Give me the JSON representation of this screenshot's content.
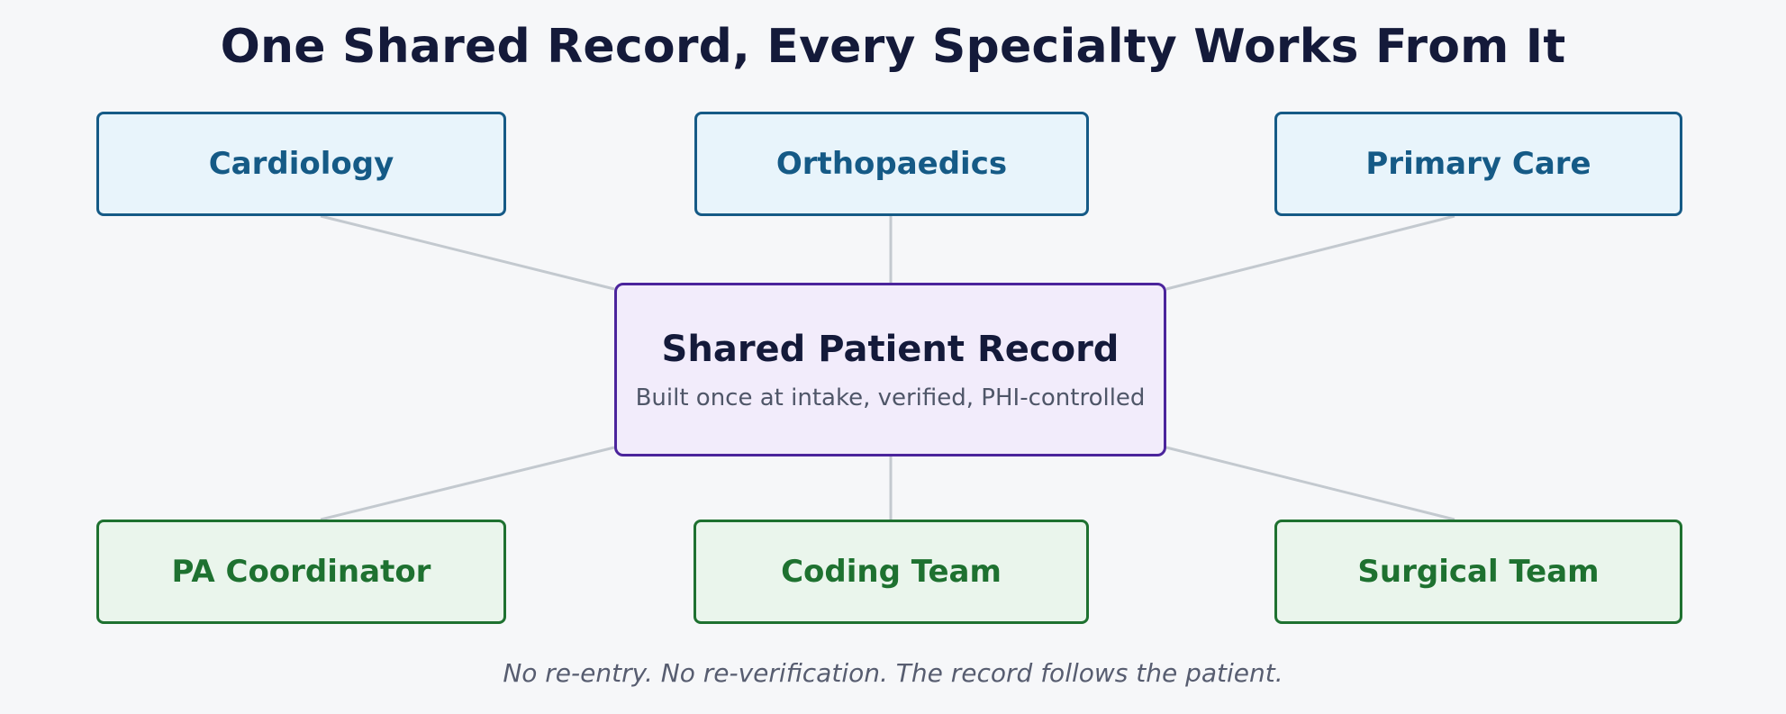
{
  "title": "One Shared Record, Every Specialty Works From It",
  "center": {
    "title": "Shared Patient Record",
    "subtitle": "Built once at intake, verified, PHI-controlled"
  },
  "top_nodes": [
    "Cardiology",
    "Orthopaedics",
    "Primary Care"
  ],
  "bottom_nodes": [
    "PA Coordinator",
    "Coding Team",
    "Surgical Team"
  ],
  "footer": "No re-entry. No re-verification. The record follows the patient.",
  "colors": {
    "top_border": "#155a86",
    "top_fill": "#e8f4fb",
    "bottom_border": "#1e7130",
    "bottom_fill": "#eaf5ec",
    "center_border": "#4b249c",
    "center_fill": "#f2ecfb",
    "connector": "#c3c9cf"
  }
}
